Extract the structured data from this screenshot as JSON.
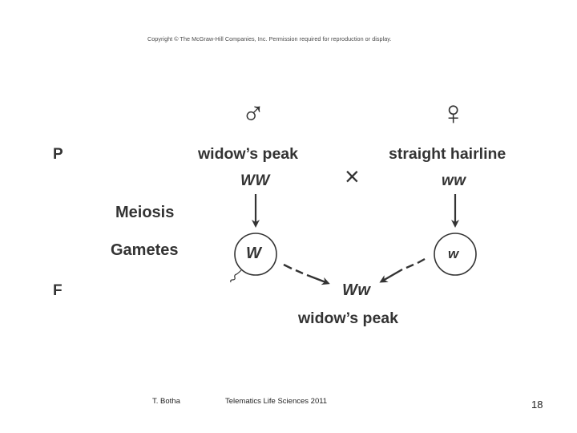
{
  "copyright": "Copyright © The McGraw-Hill Companies, Inc. Permission required for reproduction or display.",
  "diagram": {
    "generation_p": "P",
    "generation_f": "F",
    "meiosis_label": "Meiosis",
    "gametes_label": "Gametes",
    "male_symbol": "♂",
    "female_symbol": "♀",
    "cross_symbol": "×",
    "male_phenotype": "widow’s peak",
    "male_genotype": "WW",
    "female_phenotype": "straight hairline",
    "female_genotype": "ww",
    "male_gamete": "W",
    "female_gamete": "w",
    "offspring_genotype": "Ww",
    "offspring_phenotype": "widow’s peak"
  },
  "footer": {
    "author": "T. Botha",
    "course": "Telematics Life Sciences 2011",
    "page_number": "18"
  },
  "colors": {
    "ink": "#333333"
  }
}
